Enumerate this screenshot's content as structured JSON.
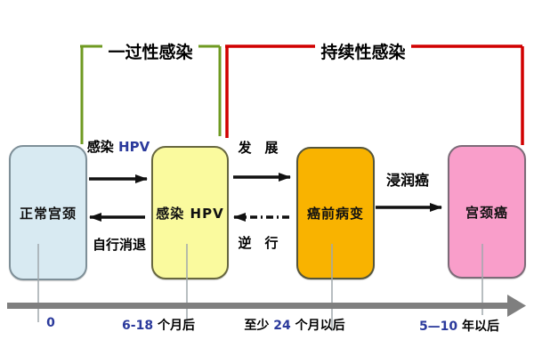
{
  "brackets": {
    "transient": {
      "label": "一过性感染",
      "color": "#6f9a22"
    },
    "persistent": {
      "label": "持续性感染",
      "color": "#d10000"
    }
  },
  "boxes": [
    {
      "label": "正常宫颈",
      "fill": "#d8eaf2",
      "border": "#7e8f98"
    },
    {
      "label": "感染 HPV",
      "fill": "#fafa9e",
      "border": "#67673f"
    },
    {
      "label": "癌前病变",
      "fill": "#f9b300",
      "border": "#55553a"
    },
    {
      "label": "宫颈癌",
      "fill": "#f99eca",
      "border": "#7c6b78"
    }
  ],
  "arrows": [
    {
      "label_cn": "感染 ",
      "label_en": "HPV",
      "direction": "right",
      "style": "solid"
    },
    {
      "label": "自行消退",
      "direction": "left",
      "style": "solid"
    },
    {
      "label": "发　展",
      "direction": "right",
      "style": "solid"
    },
    {
      "label": "逆　行",
      "direction": "left",
      "style": "dash-dot"
    },
    {
      "label": "浸润癌",
      "direction": "right",
      "style": "solid"
    }
  ],
  "timeline": {
    "color": "#7f7f7f",
    "labels": [
      {
        "pre": "",
        "num": "0",
        "post": ""
      },
      {
        "pre": "",
        "num": "6-18",
        "post": " 个月后"
      },
      {
        "pre": "至少 ",
        "num": "24",
        "post": " 个月以后"
      },
      {
        "pre": "",
        "num": "5—10",
        "post": " 年以后"
      }
    ]
  },
  "colors": {
    "numeral": "#2b3a9c",
    "arrow": "#111111",
    "tick": "#a0a8ac"
  }
}
